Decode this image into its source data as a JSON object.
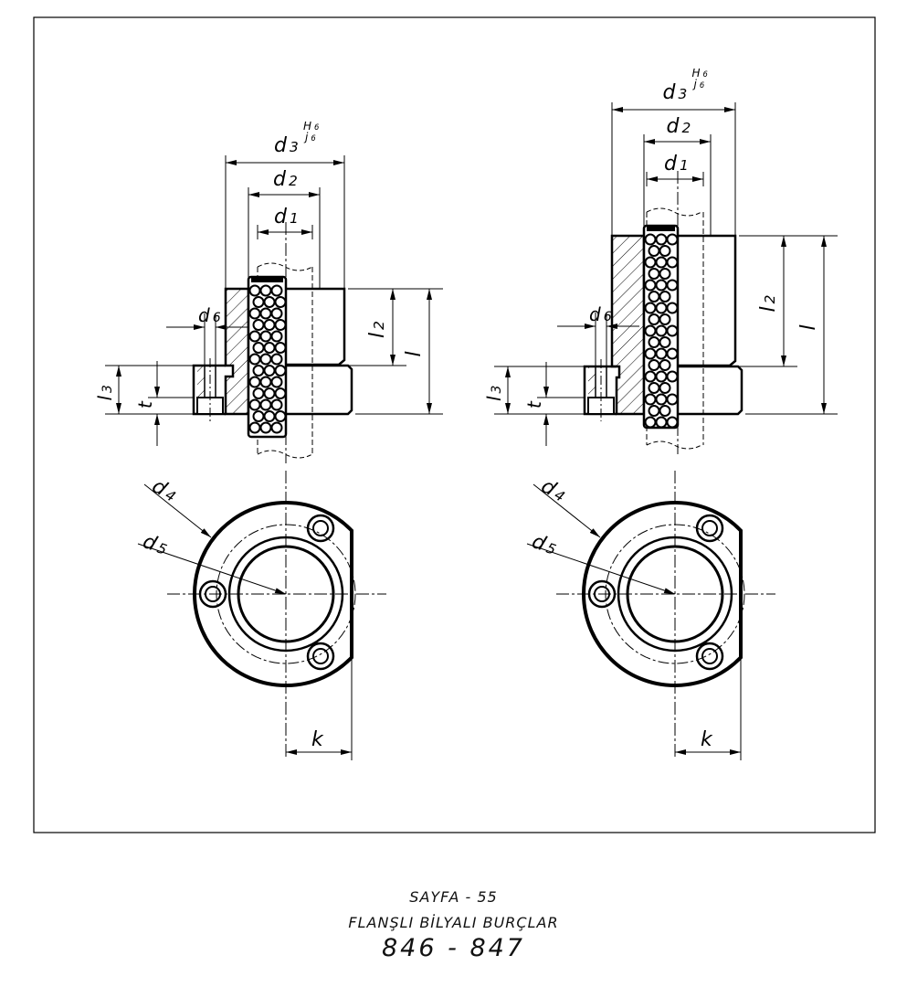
{
  "drawing": {
    "labels": {
      "d1": "d1",
      "d2": "d2",
      "d3": "d3",
      "d4": "d4",
      "d5": "d5",
      "d6": "d6",
      "tol_upper": "H6",
      "tol_lower": "j6",
      "l": "l",
      "l2": "l2",
      "l3": "l3",
      "t": "t",
      "k": "k"
    }
  },
  "caption": {
    "page": "SAYFA - 55",
    "title": "FLANŞLI BİLYALI BURÇLAR",
    "numbers": "846 - 847"
  }
}
